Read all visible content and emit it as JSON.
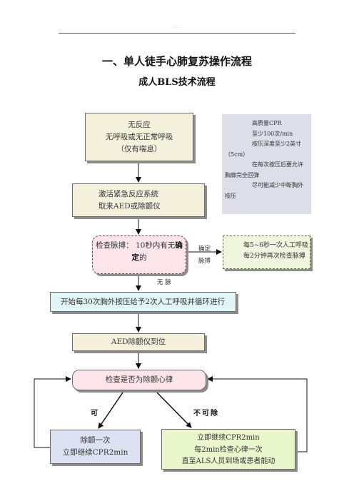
{
  "header": {
    "dots": ". . .",
    "title": "一、单人徒手心肺复苏操作流程",
    "subtitle": "成人BLS技术流程"
  },
  "flow": {
    "unresponsive": {
      "line1": "无反应",
      "line2": "无呼吸或无正常呼吸",
      "line3": "（仅有喘息）"
    },
    "activate": {
      "line1": "激活紧急反应系统",
      "line2": "取来AED或除颤仪"
    },
    "check_pulse": {
      "line1": "检查脉搏：",
      "line2_prefix": "10秒内有无",
      "line2_bold": "确定",
      "line2_suffix": "的"
    },
    "pulse_present": {
      "line1": "每5~6秒一次人工呼吸",
      "line2": "每2分钟再次检查脉搏"
    },
    "label_definite_pulse": {
      "line1": "确定",
      "line2": "脉搏"
    },
    "label_no_pulse": "无  脉",
    "start_cpr": "开始每30次胸外按压给予2次人工呼吸并循环进行",
    "aed_arrival": "AED除颤仪到位",
    "check_rhythm": "检查是否为除颤心律",
    "label_shockable": "可",
    "label_not_shockable": "不可除",
    "shock": {
      "line1": "除颤一次",
      "line2": "立即继续CPR2min"
    },
    "no_shock": {
      "line1": "立即继续CPR2min",
      "line2": "每2min检查心律一次",
      "line3": "直至ALS人员到场或患者能动"
    }
  },
  "cpr_quality": {
    "heading": "高质量CPR",
    "line1": "至少100次/min",
    "line2": "按压深度至少2英寸",
    "line3": "（5cm）",
    "line4": "在每次按压后要允许",
    "line5": "胸廓完全回弹",
    "line6": "尽可能减少中断胸外",
    "line7": "按压"
  },
  "colors": {
    "beige_box": "#f4f0dc",
    "pink_box": "#fbe5e8",
    "lavender_panel": "#dcdee9",
    "green_dashed_box": "#f0f6de",
    "cyan_box": "#e1f5f7",
    "blue_box": "#dde2f2",
    "light_green_box": "#e9f6cc"
  }
}
